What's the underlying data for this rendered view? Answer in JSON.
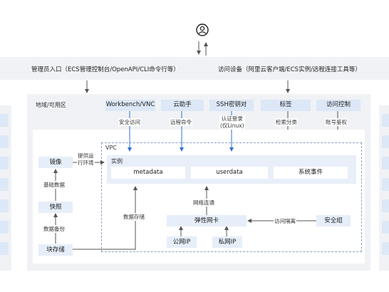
{
  "top": {
    "user_icon": "user-icon",
    "admin_entry": "管理员入口（ECS管理控制台/OpenAPI/CLI命令行等）",
    "access_device": "访问设备（阿里云客户端/ECS实例/远程连接工具等）"
  },
  "region": {
    "title": "地域/可用区"
  },
  "tabs": [
    {
      "label": "Workbench/VNC",
      "caption": "安全访问"
    },
    {
      "label": "云助手",
      "caption": "远程命令"
    },
    {
      "label": "SSH密钥对",
      "caption": "认证登录\n(仅Linux)"
    },
    {
      "label": "标签",
      "caption": "检索分类"
    },
    {
      "label": "访问控制",
      "caption": "账号鉴权"
    }
  ],
  "vpc": {
    "title": "VPC",
    "instance_title": "实例",
    "metadata": "metadata",
    "userdata": "userdata",
    "system_events": "系统事件"
  },
  "storage": {
    "image": "镜像",
    "snapshot": "快照",
    "block_storage": "块存储",
    "edge_base_data": "基础数据",
    "edge_data_backup": "数据备份",
    "edge_runtime": "提供运\n行环境",
    "edge_data_storage": "数据存储"
  },
  "network": {
    "eni": "弹性网卡",
    "public_ip": "公网IP",
    "private_ip": "私网IP",
    "security_group": "安全组",
    "edge_network": "网络连通",
    "edge_isolation": "访问隔离"
  },
  "colors": {
    "accent": "#2f6fd6",
    "tab_bg": "#dce8f7",
    "band_bg": "#f0f2f5"
  }
}
